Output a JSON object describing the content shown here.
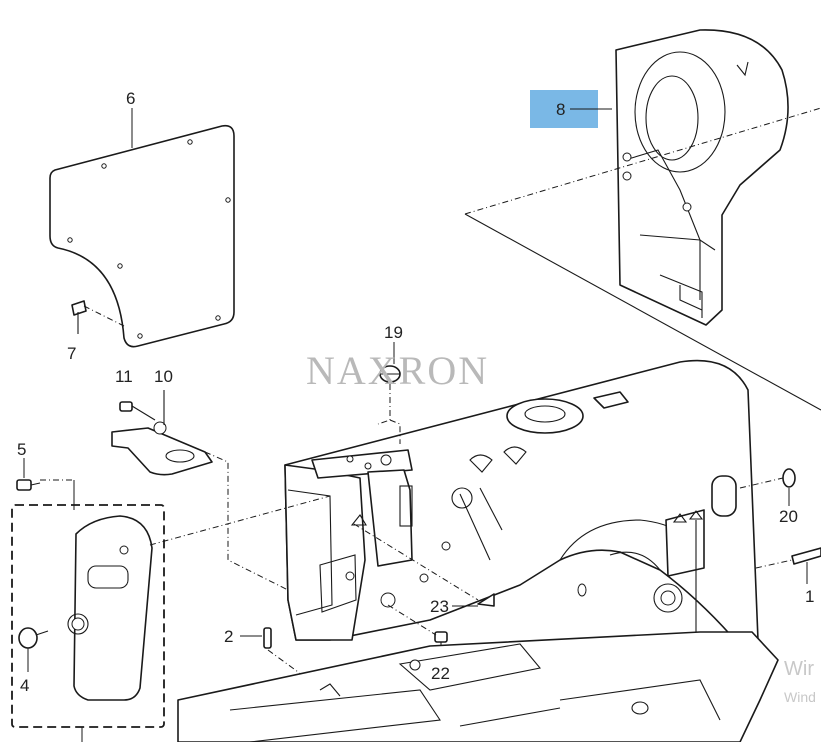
{
  "watermark": "NAXRON",
  "activation_text": {
    "line1": "Wir",
    "line2": "Wind"
  },
  "highlight_color": "#7ab8e6",
  "callouts": [
    {
      "id": "6",
      "label": "6"
    },
    {
      "id": "7",
      "label": "7"
    },
    {
      "id": "8",
      "label": "8",
      "highlighted": true
    },
    {
      "id": "11",
      "label": "11"
    },
    {
      "id": "10",
      "label": "10"
    },
    {
      "id": "5",
      "label": "5"
    },
    {
      "id": "4",
      "label": "4"
    },
    {
      "id": "19",
      "label": "19"
    },
    {
      "id": "2",
      "label": "2"
    },
    {
      "id": "22",
      "label": "22"
    },
    {
      "id": "23",
      "label": "23"
    },
    {
      "id": "20",
      "label": "20"
    },
    {
      "id": "1",
      "label": "1"
    }
  ]
}
